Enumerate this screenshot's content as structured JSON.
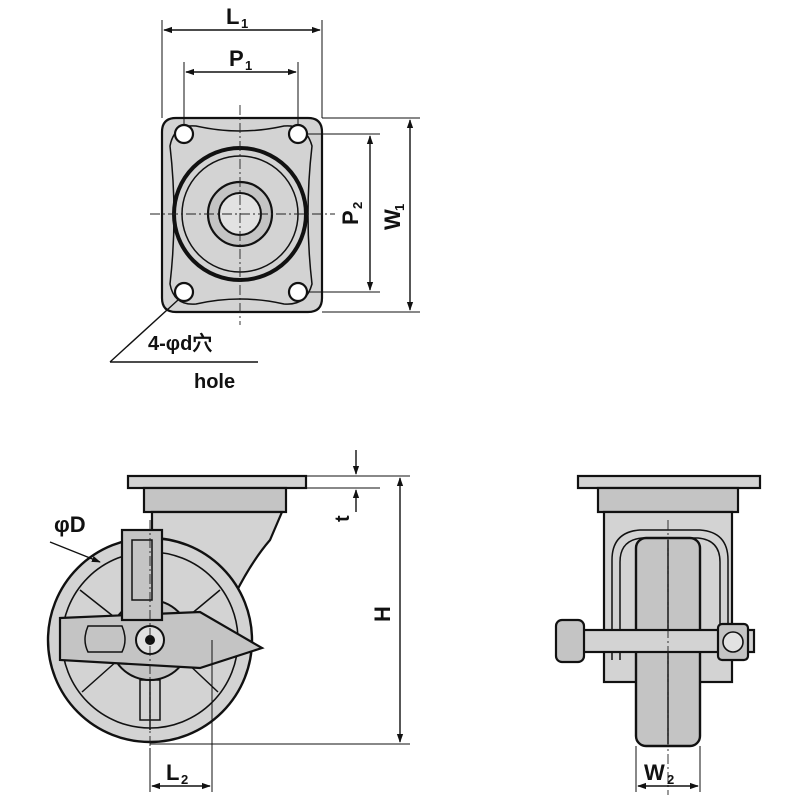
{
  "labels": {
    "L1": "L",
    "L1_sub": "1",
    "P1": "P",
    "P1_sub": "1",
    "P2": "P",
    "P2_sub": "2",
    "W1": "W",
    "W1_sub": "1",
    "hole_spec": "4-φd穴",
    "hole_en": "hole",
    "D": "φD",
    "t": "t",
    "H": "H",
    "L2": "L",
    "L2_sub": "2",
    "W2": "W",
    "W2_sub": "2"
  },
  "colors": {
    "line": "#111111",
    "fill_light": "#d3d3d3",
    "fill_dark": "#c4c4c4",
    "background": "#ffffff"
  }
}
